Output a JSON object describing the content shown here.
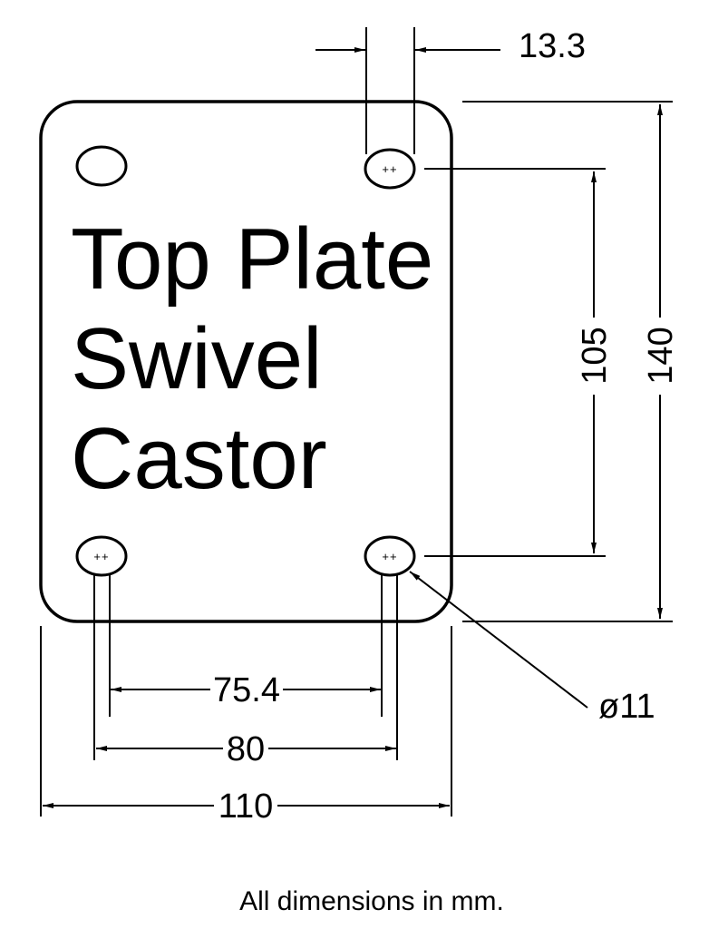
{
  "colors": {
    "ink": "#000000",
    "paper": "#ffffff"
  },
  "drawing": {
    "title_lines": [
      "Top Plate",
      "Swivel",
      "Castor"
    ],
    "hole_mark": "++",
    "note": "All dimensions in mm.",
    "dims": {
      "hole_slot_width": "13.3",
      "hole_spacing_vertical": "105",
      "plate_length": "140",
      "hole_inner_spacing": "75.4",
      "hole_spacing_horizontal": "80",
      "plate_width": "110",
      "hole_diameter": "ø11"
    }
  }
}
